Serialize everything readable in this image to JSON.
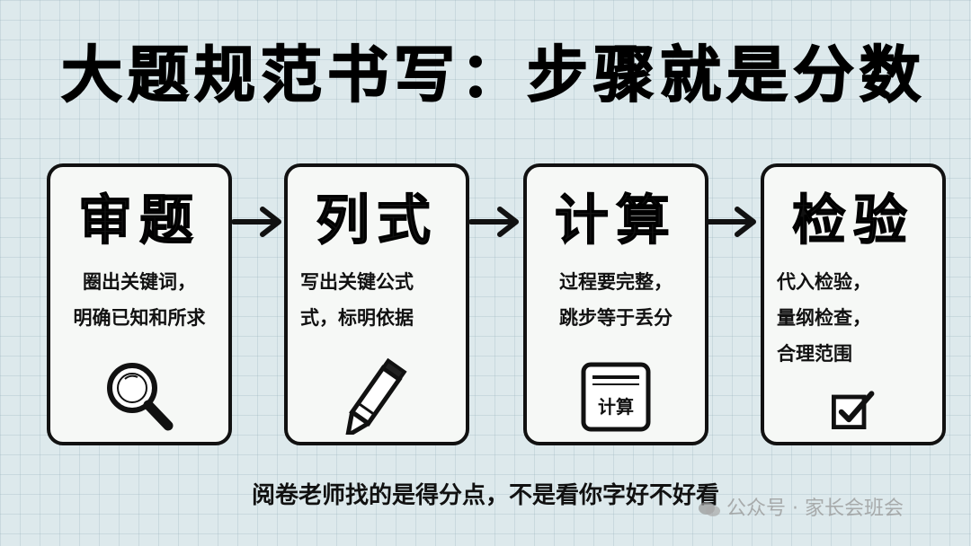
{
  "title": "大题规范书写：步骤就是分数",
  "steps": [
    {
      "title": "审题",
      "lines": [
        "圈出关键词，",
        "明确已知和所求"
      ],
      "icon": "magnifier-icon"
    },
    {
      "title": "列式",
      "lines": [
        "写出关键公式",
        "式，标明依据"
      ],
      "icon": "pencil-icon"
    },
    {
      "title": "计算",
      "lines": [
        "过程要完整，",
        "跳步等于丢分"
      ],
      "icon": "calculator-icon",
      "icon_label": "计算"
    },
    {
      "title": "检验",
      "lines": [
        "代入检验，",
        "量纲检查，",
        "合理范围"
      ],
      "icon": "checkbox-icon"
    }
  ],
  "footer": "阅卷老师找的是得分点，不是看你字好不好看",
  "watermark": "公众号 · 家长会班会"
}
